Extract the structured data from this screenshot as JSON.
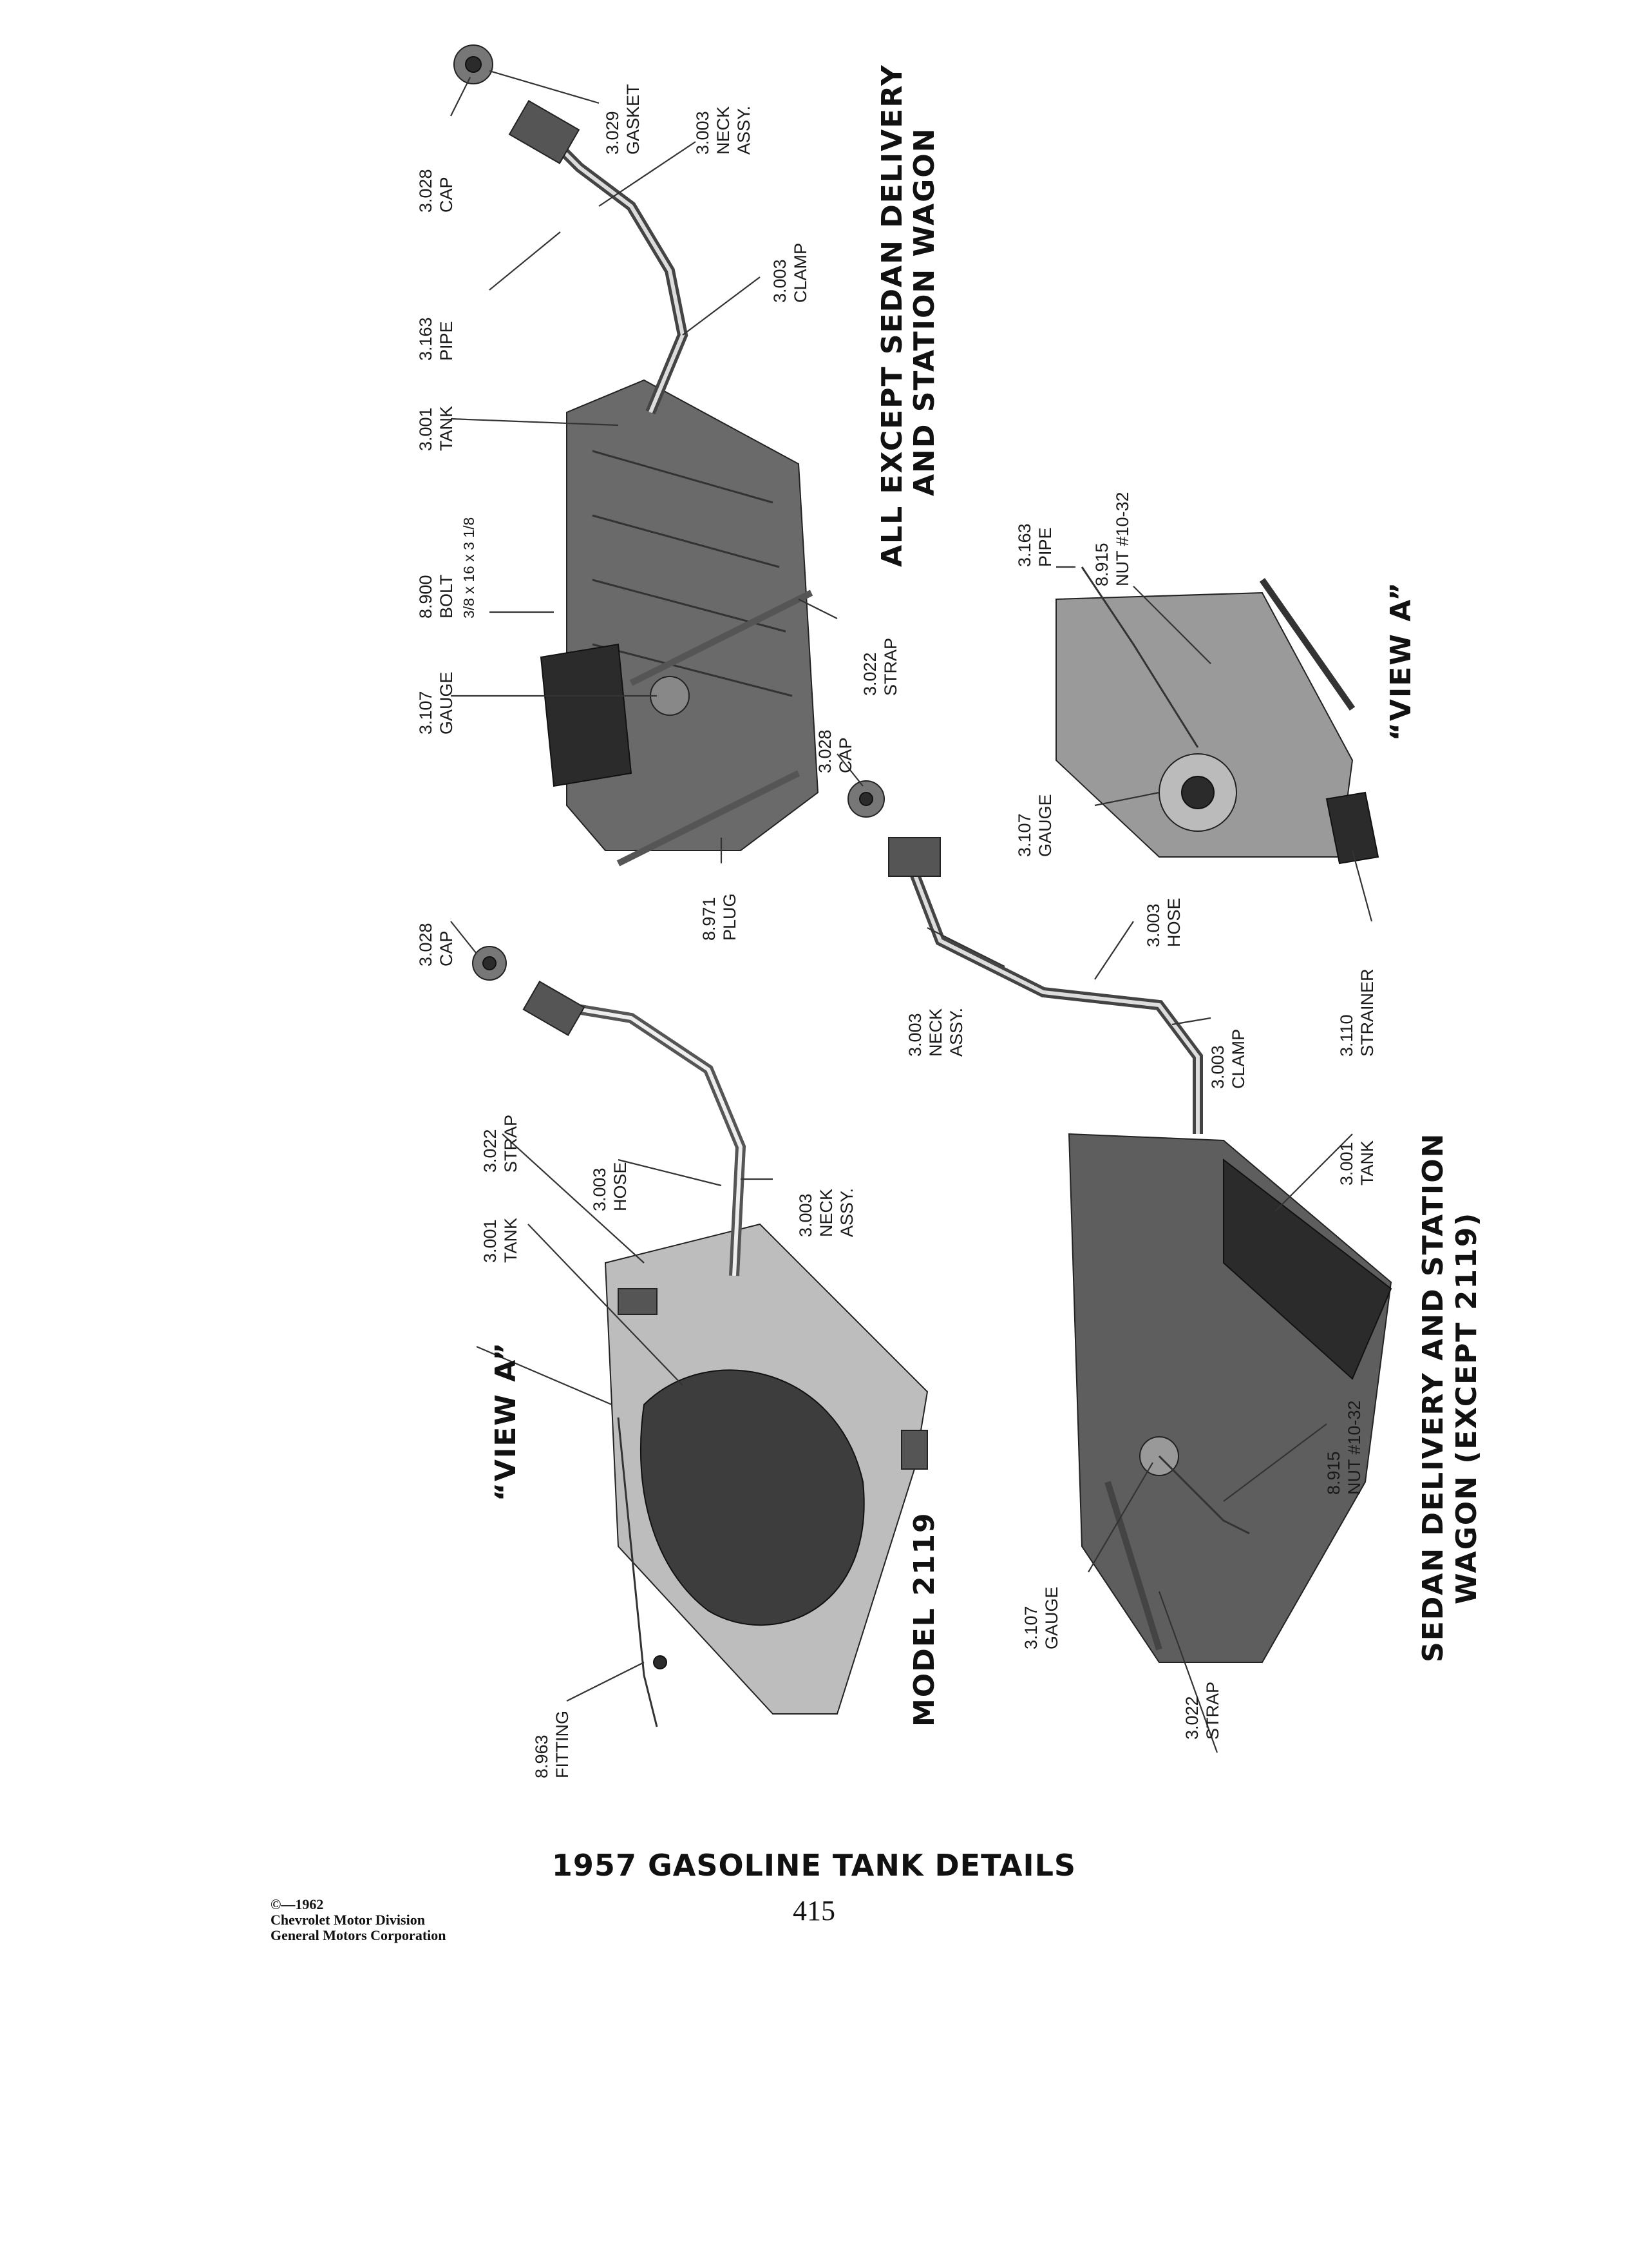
{
  "caption": "1957 GASOLINE TANK DETAILS",
  "page_number": "415",
  "copyright": [
    "©—1962",
    "Chevrolet Motor Division",
    "General Motors Corporation"
  ],
  "headings": {
    "top_line1": "ALL EXCEPT SEDAN DELIVERY",
    "top_line2": "AND STATION WAGON",
    "model": "MODEL 2119",
    "view_a_left": "“VIEW A”",
    "view_a_right": "“VIEW A”",
    "sedan_line1": "SEDAN DELIVERY AND STATION",
    "sedan_line2": "WAGON (EXCEPT 2119)"
  },
  "labels_top": [
    {
      "n": "3.028",
      "t": "CAP"
    },
    {
      "n": "3.029",
      "t": "GASKET"
    },
    {
      "n": "3.003",
      "t": "NECK",
      "t2": "ASSY."
    },
    {
      "n": "3.163",
      "t": "PIPE"
    },
    {
      "n": "3.003",
      "t": "CLAMP"
    },
    {
      "n": "3.001",
      "t": "TANK"
    },
    {
      "n": "8.900",
      "t": "BOLT",
      "t2": "3/8 x 16 x 3 1/8"
    },
    {
      "n": "3.107",
      "t": "GAUGE"
    },
    {
      "n": "3.028",
      "t": "CAP"
    },
    {
      "n": "3.022",
      "t": "STRAP"
    },
    {
      "n": "8.971",
      "t": "PLUG"
    }
  ],
  "labels_left": [
    {
      "n": "3.028",
      "t": "CAP"
    },
    {
      "n": "3.022",
      "t": "STRAP"
    },
    {
      "n": "3.001",
      "t": "TANK"
    },
    {
      "n": "3.003",
      "t": "HOSE"
    },
    {
      "n": "3.003",
      "t": "NECK",
      "t2": "ASSY."
    },
    {
      "n": "8.963",
      "t": "FITTING"
    }
  ],
  "labels_right": [
    {
      "n": "3.163",
      "t": "PIPE"
    },
    {
      "n": "8.915",
      "t": "NUT #10-32"
    },
    {
      "n": "3.107",
      "t": "GAUGE"
    },
    {
      "n": "3.003",
      "t": "HOSE"
    },
    {
      "n": "3.003",
      "t": "NECK",
      "t2": "ASSY."
    },
    {
      "n": "3.003",
      "t": "CLAMP"
    },
    {
      "n": "3.110",
      "t": "STRAINER"
    },
    {
      "n": "3.001",
      "t": "TANK"
    },
    {
      "n": "8.915",
      "t": "NUT #10-32"
    },
    {
      "n": "3.107",
      "t": "GAUGE"
    },
    {
      "n": "3.022",
      "t": "STRAP"
    }
  ]
}
